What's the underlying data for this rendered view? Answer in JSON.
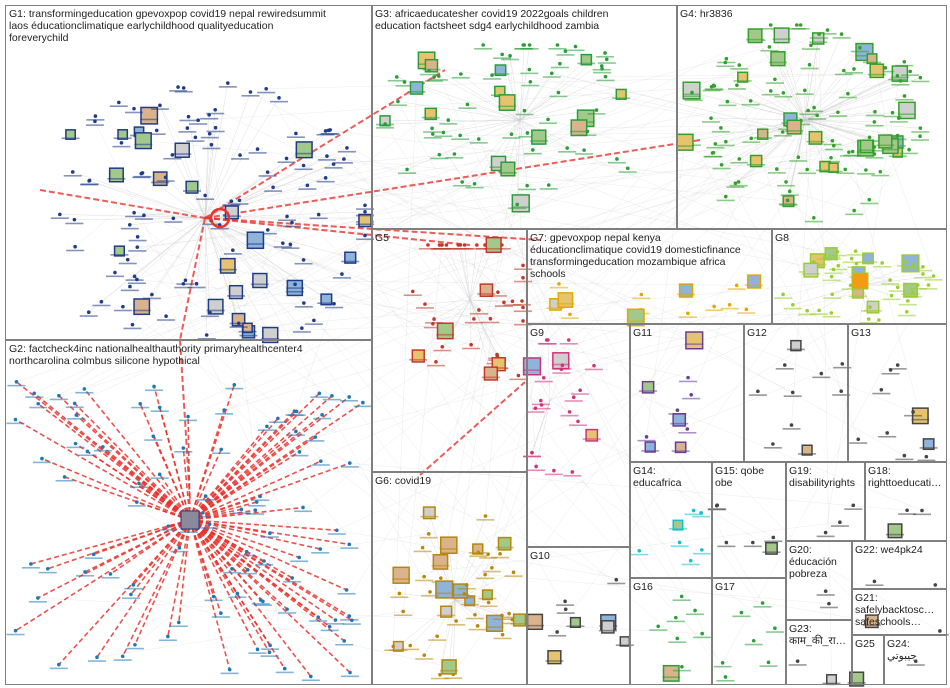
{
  "groups": [
    {
      "id": "G1",
      "label": "G1: transformingeducation gpevoxpop covid19 nepal rewiredsummit\nlaos éducationclimatique earlychildhood qualityeducation\nforeverychild",
      "color": "#1f3c88"
    },
    {
      "id": "G2",
      "label": "G2: factcheck4inc nationalhealthauthority primaryhealthcenter4\nnorthcarolina colmbus silicone hypothical",
      "color": "#1f78b4"
    },
    {
      "id": "G3",
      "label": "G3: africaeducatesher covid19 2022goals children\neducation factsheet sdg4 earlychildhood zambia",
      "color": "#2a9d3a"
    },
    {
      "id": "G4",
      "label": "G4: hr3836",
      "color": "#33a02c"
    },
    {
      "id": "G5",
      "label": "G5",
      "color": "#c0392b"
    },
    {
      "id": "G6",
      "label": "G6: covid19",
      "color": "#b8860b"
    },
    {
      "id": "G7",
      "label": "G7: gpevoxpop nepal kenya\néducationclimatique covid19 domesticfinance\ntransformingeducation mozambique africa\nschools",
      "color": "#e0a800"
    },
    {
      "id": "G8",
      "label": "G8",
      "color": "#9acd32"
    },
    {
      "id": "G9",
      "label": "G9",
      "color": "#d1337a"
    },
    {
      "id": "G10",
      "label": "G10",
      "color": "#444444"
    },
    {
      "id": "G11",
      "label": "G11",
      "color": "#6a3d9a"
    },
    {
      "id": "G12",
      "label": "G12",
      "color": "#444444"
    },
    {
      "id": "G13",
      "label": "G13",
      "color": "#444444"
    },
    {
      "id": "G14",
      "label": "G14:\neducafrica",
      "color": "#17becf"
    },
    {
      "id": "G15",
      "label": "G15: qobe\nobe",
      "color": "#444444"
    },
    {
      "id": "G16",
      "label": "G16",
      "color": "#2a9d3a"
    },
    {
      "id": "G17",
      "label": "G17",
      "color": "#2a9d3a"
    },
    {
      "id": "G18",
      "label": "G18:\nrighttoeducati…",
      "color": "#444444"
    },
    {
      "id": "G19",
      "label": "G19:\ndisabilityrights",
      "color": "#444444"
    },
    {
      "id": "G20",
      "label": "G20:\néducación\npobreza",
      "color": "#444444"
    },
    {
      "id": "G21",
      "label": "G21:\nsafelybacktosc…\nsafeschools…",
      "color": "#444444"
    },
    {
      "id": "G22",
      "label": "G22: we4pk24",
      "color": "#444444"
    },
    {
      "id": "G23",
      "label": "G23:\nकाम_की_रा…",
      "color": "#444444"
    },
    {
      "id": "G24",
      "label": "G24:\nجيبوتي",
      "color": "#444444"
    },
    {
      "id": "G25",
      "label": "G25",
      "color": "#444444"
    }
  ],
  "colors": {
    "background": "#ffffff",
    "group_border": "#7f7f7f",
    "edge": "#c8c8c8",
    "edge_highlight": "#e8332e",
    "node_label": "#2a6cc0"
  }
}
